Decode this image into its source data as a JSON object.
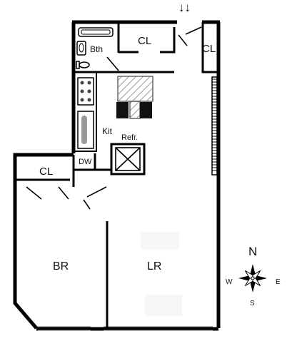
{
  "floorplan": {
    "entry_arrows": "↓↓",
    "rooms": {
      "closet_top": "CL",
      "closet_entry": "CL",
      "bath": "Bth",
      "kitchen": "Kit",
      "refrigerator": "Refr.",
      "dishwasher": "DW",
      "closet_bedroom": "CL",
      "bedroom": "BR",
      "living_room": "LR"
    },
    "compass": {
      "north": "N",
      "east": "E",
      "south": "S",
      "west": "W"
    },
    "colors": {
      "wall": "#000000",
      "fixture": "#555555",
      "stove_fill": "#111111",
      "hatch": "#999999",
      "window": "#888888"
    }
  }
}
